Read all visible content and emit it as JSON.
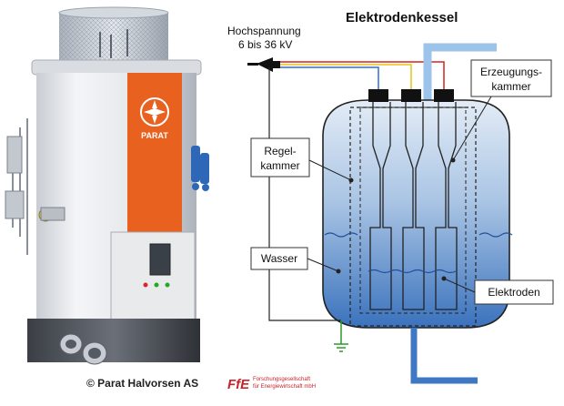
{
  "diagram": {
    "title": "Elektrodenkessel",
    "voltage_label_line1": "Hochspannung",
    "voltage_label_line2": "6 bis 36 kV",
    "callouts": {
      "generation_chamber_line1": "Erzeugungs-",
      "generation_chamber_line2": "kammer",
      "control_chamber_line1": "Regel-",
      "control_chamber_line2": "kammer",
      "water": "Wasser",
      "electrodes": "Elektroden"
    },
    "phase_colors": [
      "#d62020",
      "#e6c619",
      "#2b6fd6"
    ],
    "accent_pipe_color": "#9cc3ea",
    "tank_color_top": "#dce8f5",
    "tank_color_bottom": "#3f78c2"
  },
  "photo": {
    "brand": "PARAT",
    "brand_color": "#e8611f",
    "copyright": "© Parat Halvorsen AS"
  },
  "logo": {
    "mark": "FfE",
    "line1": "Forschungsgesellschaft",
    "line2": "für Energiewirtschaft mbH",
    "color": "#c8232c"
  }
}
